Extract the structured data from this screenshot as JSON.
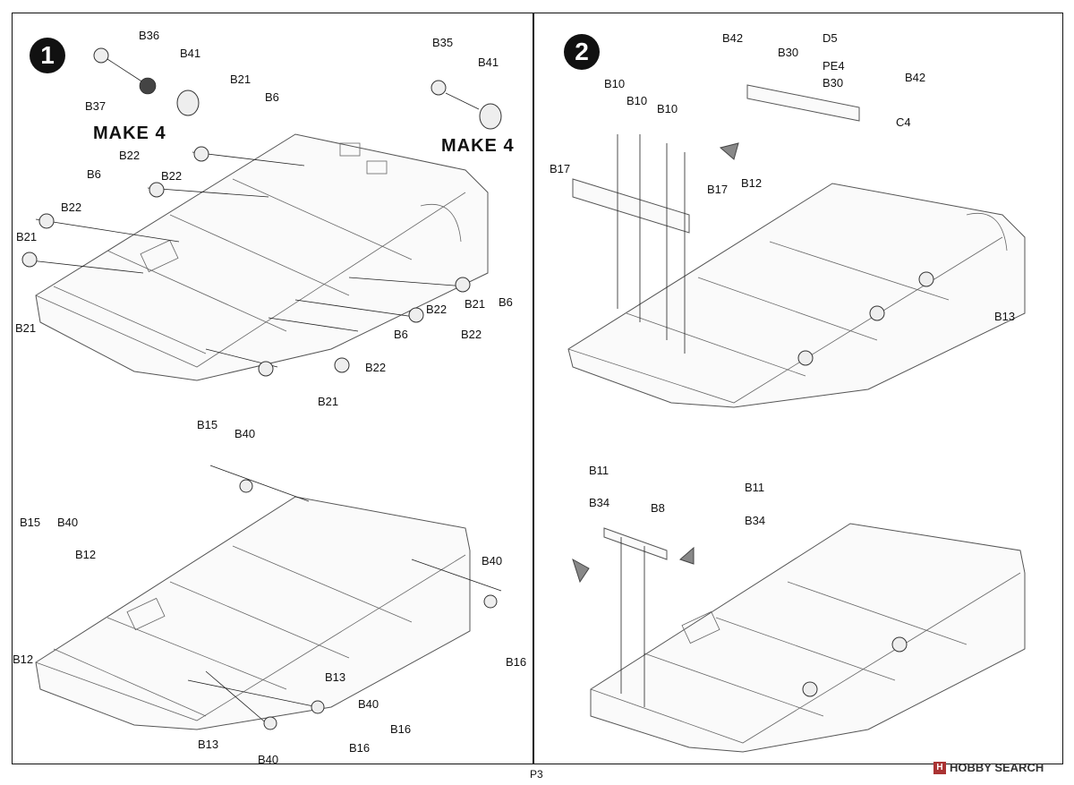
{
  "steps": {
    "step1": {
      "number": "1",
      "make_top_left": "MAKE 4",
      "make_top_right": "MAKE 4"
    },
    "step2": {
      "number": "2"
    }
  },
  "labels": {
    "s1": {
      "B36": "B36",
      "B41a": "B41",
      "B37": "B37",
      "B35": "B35",
      "B41b": "B41",
      "B21a": "B21",
      "B6a": "B6",
      "B22a": "B22",
      "B22b": "B22",
      "B6b": "B6",
      "B22c": "B22",
      "B21b": "B21",
      "B21c": "B21",
      "B22d": "B22",
      "B21d": "B21",
      "B6c": "B6",
      "B6d": "B6",
      "B22e": "B22",
      "B22f": "B22",
      "B21e": "B21"
    },
    "s1b": {
      "B15a": "B15",
      "B40a": "B40",
      "B15b": "B15",
      "B40b": "B40",
      "B12a": "B12",
      "B40c": "B40",
      "B12b": "B12",
      "B16a": "B16",
      "B13a": "B13",
      "B40d": "B40",
      "B16b": "B16",
      "B13b": "B13",
      "B16c": "B16",
      "B40e": "B40"
    },
    "s2": {
      "B42a": "B42",
      "D5": "D5",
      "B30a": "B30",
      "PE4": "PE4",
      "B30b": "B30",
      "B42b": "B42",
      "C4": "C4",
      "B10a": "B10",
      "B10b": "B10",
      "B10c": "B10",
      "B17a": "B17",
      "B17b": "B17",
      "B12": "B12",
      "B13": "B13"
    },
    "s2b": {
      "B11a": "B11",
      "B34a": "B34",
      "B8": "B8",
      "B11b": "B11",
      "B34b": "B34"
    }
  },
  "footer": {
    "page": "P3",
    "watermark": "HOBBY SEARCH"
  }
}
